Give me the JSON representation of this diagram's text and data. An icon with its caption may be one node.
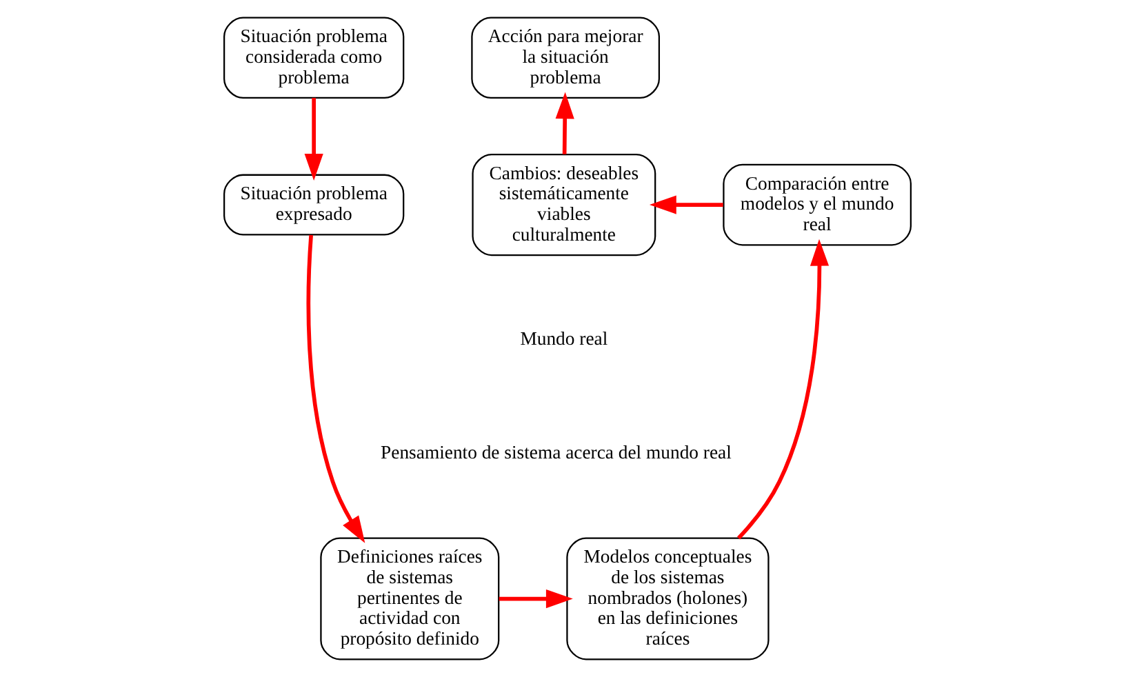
{
  "diagram": {
    "nodes": [
      {
        "text": [
          "Situación problema considerada como problema"
        ]
      },
      {
        "text": [
          "Situación problema expresado"
        ]
      },
      {
        "text": [
          "Acción para mejorar la situación problema"
        ]
      },
      {
        "text": [
          "Cambios: deseables sistemáticamente viables culturalmente"
        ]
      },
      {
        "text": [
          "Comparación entre modelos y el mundo real"
        ]
      },
      {
        "text": [
          "Definiciones raíces de sistemas pertinentes de actividad con propósito definido"
        ]
      },
      {
        "text": [
          "Modelos conceptuales de los sistemas nombrados (holones) en las definiciones raíces"
        ]
      }
    ],
    "edges": [
      {
        "from": 0,
        "to": 1,
        "arrow": "to"
      },
      {
        "from": 1,
        "to": 5,
        "arrow": "to"
      },
      {
        "from": 5,
        "to": 6,
        "arrow": "to"
      },
      {
        "from": 6,
        "to": 4,
        "arrow": "to"
      },
      {
        "from": 4,
        "to": 3,
        "arrow": "to"
      },
      {
        "from": 3,
        "to": 2,
        "arrow": "to"
      }
    ],
    "labels": [
      "Mundo real",
      "Pensamiento de sistema acerca del mundo real"
    ]
  }
}
